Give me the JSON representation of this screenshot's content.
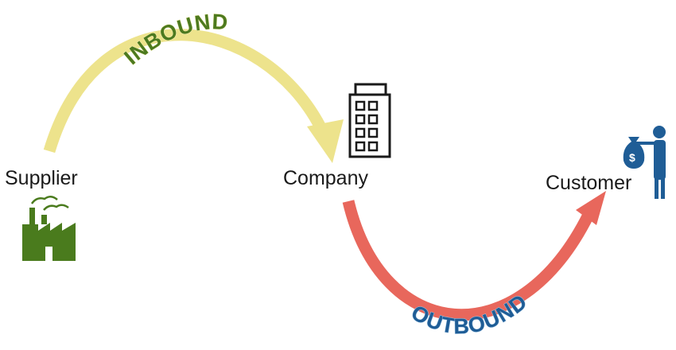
{
  "nodes": {
    "supplier": {
      "label": "Supplier"
    },
    "company": {
      "label": "Company"
    },
    "customer": {
      "label": "Customer"
    }
  },
  "flows": {
    "inbound": {
      "label": "INBOUND"
    },
    "outbound": {
      "label": "OUTBOUND"
    }
  },
  "colors": {
    "inbound_arrow": "#ede38c",
    "outbound_arrow": "#e8675c",
    "inbound_text": "#4d7a1f",
    "inbound_text_outline": "#f4eeb5",
    "outbound_text": "#1f5d96",
    "outbound_text_outline": "#9fc4e3",
    "factory": "#4a7b1d",
    "building": "#1a1a1a",
    "person": "#1f5d96"
  },
  "icons": {
    "supplier": "factory-icon",
    "company": "office-building-icon",
    "customer": "person-with-money-bag-icon"
  }
}
